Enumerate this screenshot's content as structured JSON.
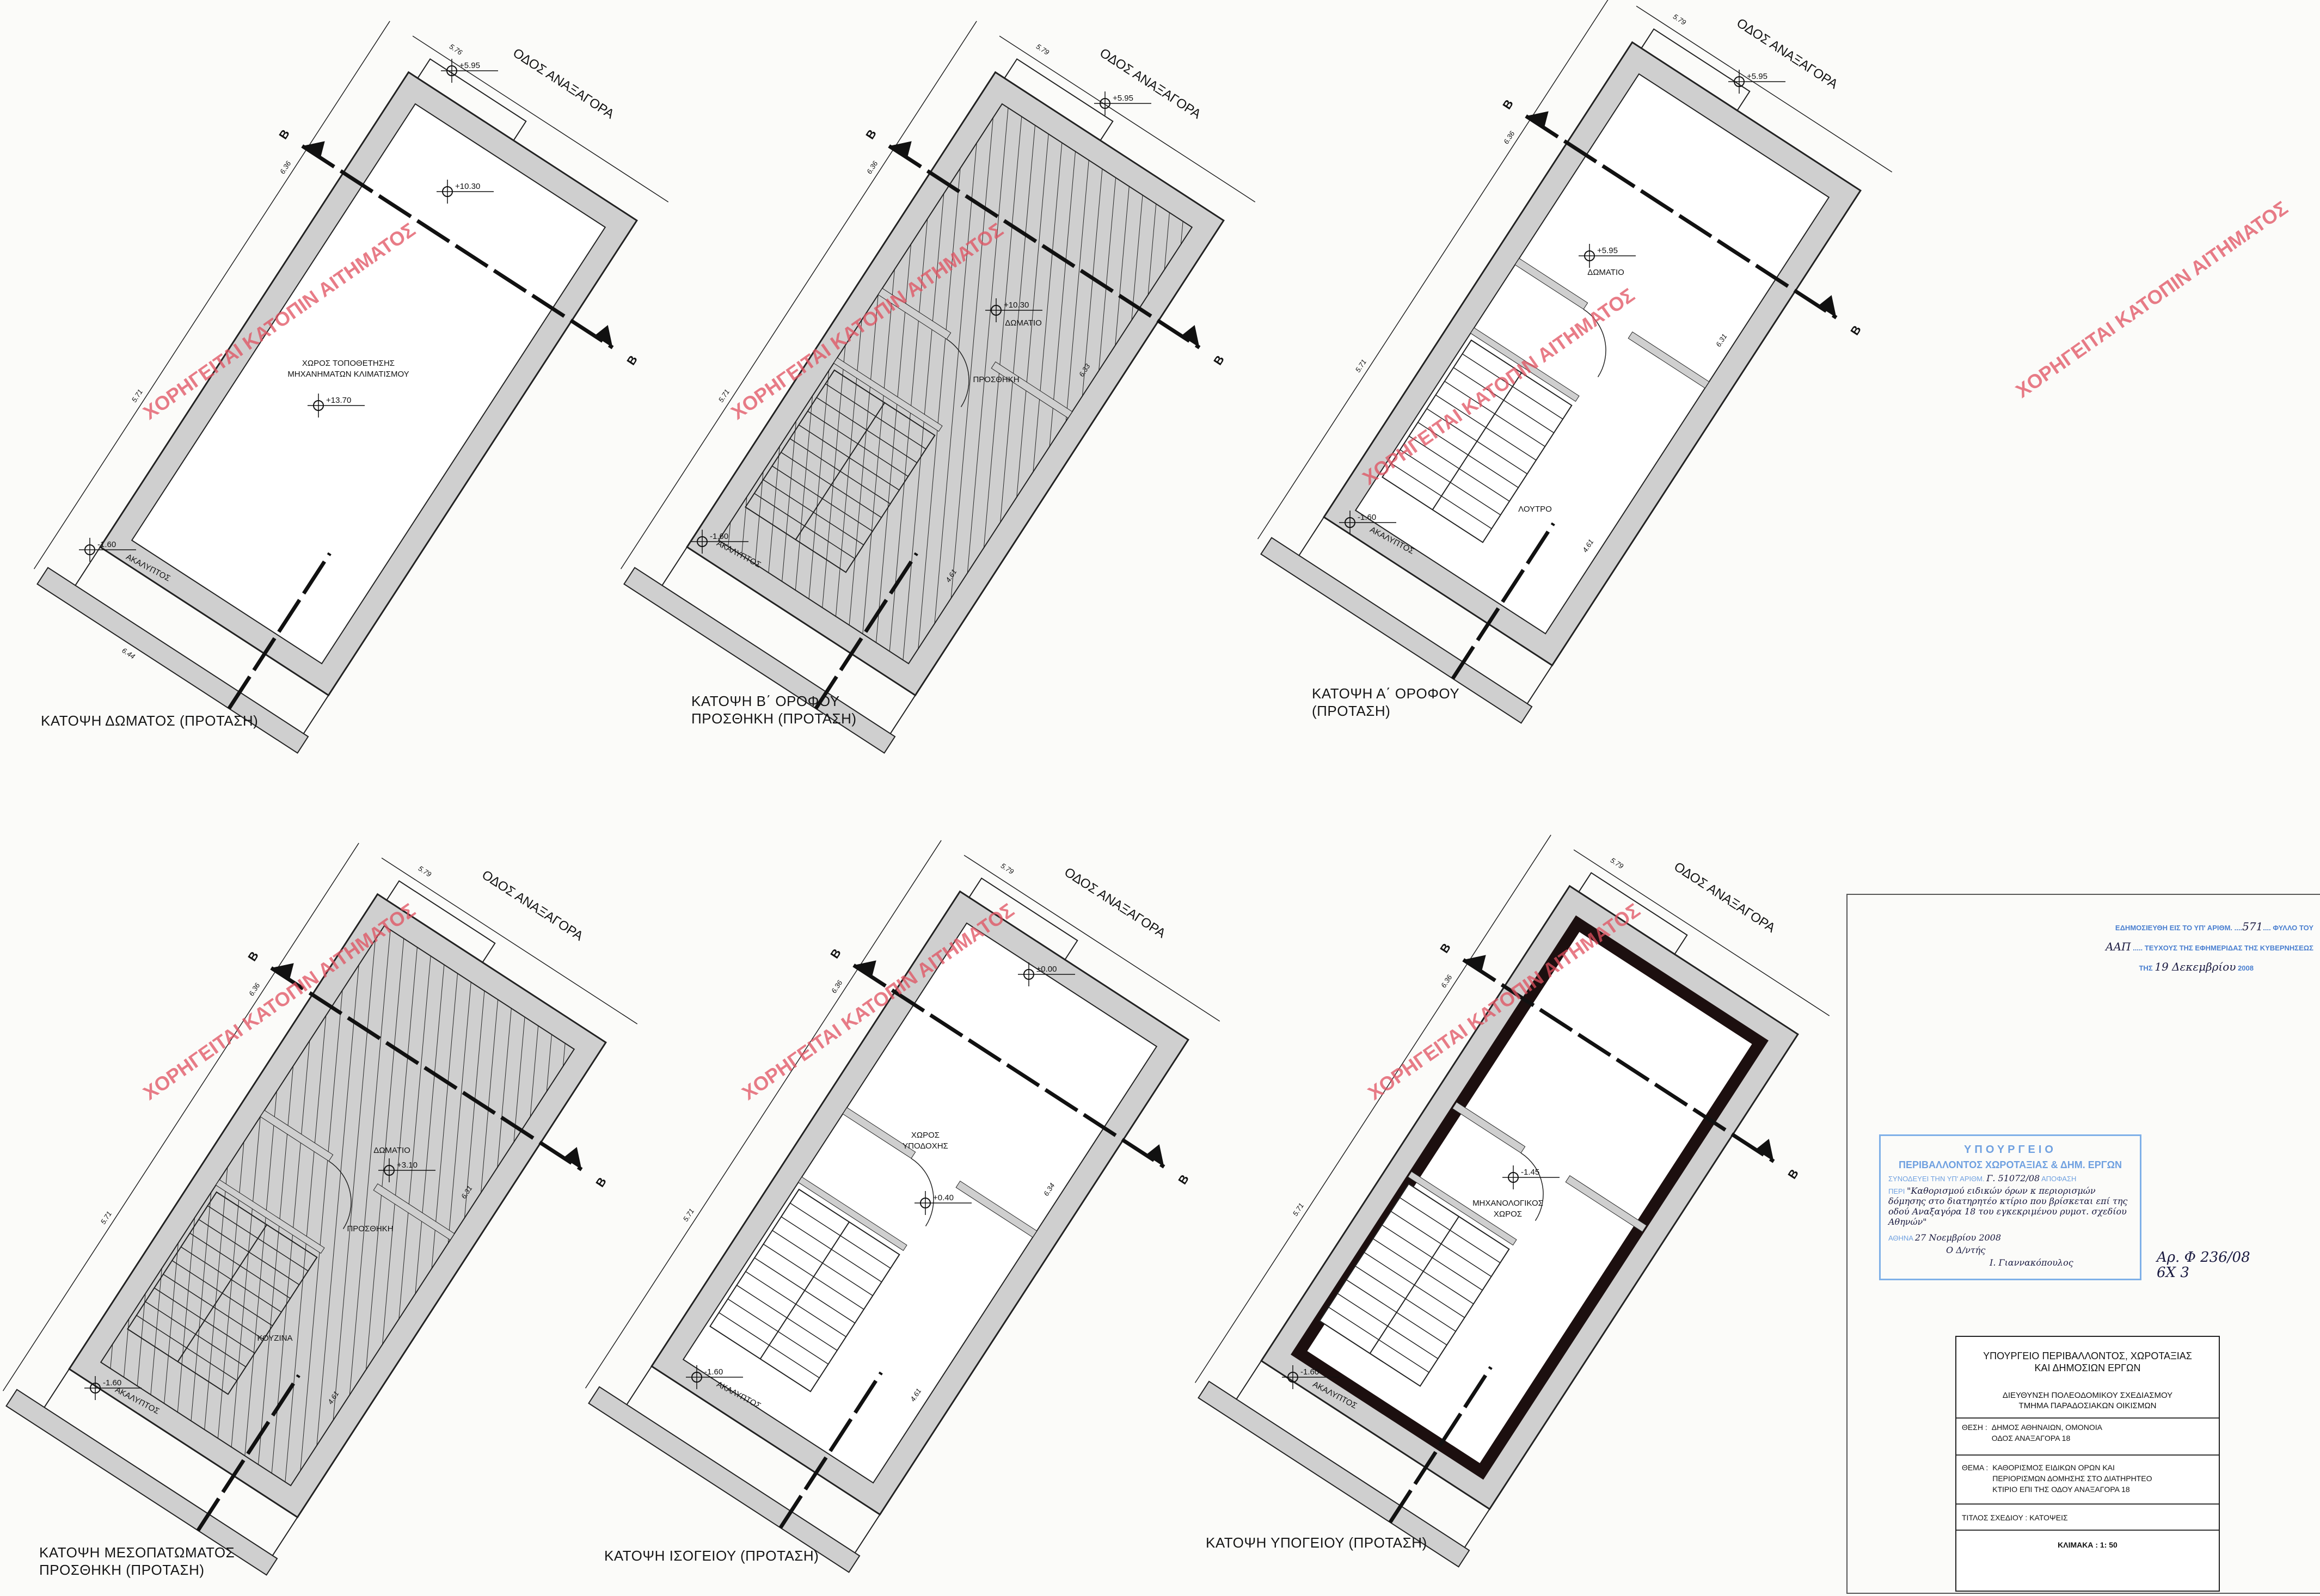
{
  "watermark": "ΧΟΡΗΓΕΙΤΑΙ ΚΑΤΟΠΙΝ ΑΙΤΗΜΑΤΟΣ",
  "plans": [
    {
      "caption": [
        "ΚΑΤΟΨΗ ΔΩΜΑΤΟΣ (ΠΡΟΤΑΣΗ)"
      ],
      "street": "ΟΔΟΣ ΑΝΑΞΑΓΟΡΑ",
      "section_letter": "Β",
      "rooms": [
        "ΧΩΡΟΣ ΤΟΠΟΘΕΤΗΣΗΣ",
        "ΜΗΧΑΝΗΜΑΤΩΝ ΚΛΙΜΑΤΙΣΜΟΥ"
      ],
      "levels": [
        "+13.70",
        "+10.30",
        "+5.95",
        "-1.60"
      ],
      "courtyard": "ΑΚΑΛΥΠΤΟΣ",
      "dims": [
        "6.36",
        "5.71",
        "5.76",
        "6.44"
      ]
    },
    {
      "caption": [
        "ΚΑΤΟΨΗ Β΄ ΟΡΟΦΟΥ",
        "ΠΡΟΣΘΗΚΗ (ΠΡΟΤΑΣΗ)"
      ],
      "street": "ΟΔΟΣ ΑΝΑΞΑΓΟΡΑ",
      "section_letter": "Β",
      "rooms": [
        "ΔΩΜΑΤΙΟ",
        "ΠΡΟΣΘΗΚΗ"
      ],
      "levels": [
        "+10.30",
        "+5.95",
        "-1.60"
      ],
      "courtyard": "ΑΚΑΛΥΠΤΟΣ",
      "dims": [
        "6.36",
        "5.71",
        "5.79",
        "6.33",
        "4.61"
      ]
    },
    {
      "caption": [
        "ΚΑΤΟΨΗ Α΄ ΟΡΟΦΟΥ",
        "(ΠΡΟΤΑΣΗ)"
      ],
      "street": "ΟΔΟΣ ΑΝΑΞΑΓΟΡΑ",
      "section_letter": "Β",
      "rooms": [
        "ΔΩΜΑΤΙΟ",
        "ΛΟΥΤΡΟ"
      ],
      "levels": [
        "+5.95",
        "+5.95",
        "-1.60"
      ],
      "courtyard": "ΑΚΑΛΥΠΤΟΣ",
      "dims": [
        "6.36",
        "5.71",
        "5.79",
        "6.31",
        "4.61"
      ]
    },
    {
      "caption": [
        "ΚΑΤΟΨΗ ΜΕΣΟΠΑΤΩΜΑΤΟΣ",
        "ΠΡΟΣΘΗΚΗ (ΠΡΟΤΑΣΗ)"
      ],
      "street": "ΟΔΟΣ ΑΝΑΞΑΓΟΡΑ",
      "section_letter": "Β",
      "rooms": [
        "ΔΩΜΑΤΙΟ",
        "ΠΡΟΣΘΗΚΗ",
        "ΚΟΥΖΙΝΑ"
      ],
      "levels": [
        "+3.10",
        "-1.60"
      ],
      "courtyard": "ΑΚΑΛΥΠΤΟΣ",
      "dims": [
        "6.36",
        "5.71",
        "5.79",
        "6.31",
        "4.61"
      ]
    },
    {
      "caption": [
        "ΚΑΤΟΨΗ ΙΣΟΓΕΙΟΥ (ΠΡΟΤΑΣΗ)"
      ],
      "street": "ΟΔΟΣ ΑΝΑΞΑΓΟΡΑ",
      "section_letter": "Β",
      "rooms": [
        "ΧΩΡΟΣ",
        "ΥΠΟΔΟΧΗΣ"
      ],
      "levels": [
        "+0.40",
        "±0.00",
        "-1.60"
      ],
      "courtyard": "ΑΚΑΛΥΠΤΟΣ",
      "dims": [
        "6.36",
        "5.71",
        "5.79",
        "6.34",
        "4.61"
      ]
    },
    {
      "caption": [
        "ΚΑΤΟΨΗ ΥΠΟΓΕΙΟΥ (ΠΡΟΤΑΣΗ)"
      ],
      "street": "ΟΔΟΣ ΑΝΑΞΑΓΟΡΑ",
      "section_letter": "Β",
      "rooms": [
        "ΜΗΧΑΝΟΛΟΓΙΚΟΣ",
        "ΧΩΡΟΣ"
      ],
      "levels": [
        "-1.45",
        "-1.60"
      ],
      "courtyard": "ΑΚΑΛΥΠΤΟΣ",
      "dims": [
        "6.36",
        "5.71",
        "5.79"
      ]
    }
  ],
  "publication": {
    "line1_prefix": "ΕΔΗΜΟΣΙΕΥΘΗ ΕΙΣ ΤΟ ΥΠ' ΑΡΙΘΜ.",
    "sheet_no": "571",
    "line1_suffix": "ΦΥΛΛΟ ΤΟΥ",
    "issue": "ΑΑΠ",
    "line2_suffix": "ΤΕΥΧΟΥΣ ΤΗΣ ΕΦΗΜΕΡΙΔΑΣ ΤΗΣ ΚΥΒΕΡΝΗΣΕΩΣ",
    "date_prefix": "ΤΗΣ",
    "date": "19 Δεκεμβρίου",
    "year": "2008"
  },
  "stamp": {
    "ministry": "ΥΠΟΥΡΓΕΙΟ",
    "ministry_full": "ΠΕΡΙΒΑΛΛΟΝΤΟΣ ΧΩΡΟΤΑΞΙΑΣ & ΔΗΜ. ΕΡΓΩΝ",
    "accompanies": "ΣΥΝΟΔΕΥΕΙ ΤΗΝ ΥΠ' ΑΡΙΘΜ.",
    "decision_no": "Γ. 51072/08",
    "decision": "ΑΠΟΦΑΣΗ",
    "about": "ΠΕΡΙ",
    "subject_handwritten": "\"Καθορισμού ειδικών όρων κ περιορισμών δόμησης στο διατηρητέο κτίριο που βρίσκεται επί της οδού Αναξαγόρα 18 του εγκεκριμένου ρυμοτ. σχεδίου Αθηνών\"",
    "place": "ΑΘΗΝΑ",
    "date": "27 Νοεμβρίου 2008",
    "role": "Ο Δ/ντής",
    "signature": "Ι. Γιαννακόπουλος"
  },
  "note": [
    "Αρ. Φ 236/08",
    "6Χ 3"
  ],
  "title_block": {
    "ministry": [
      "ΥΠΟΥΡΓΕΙΟ ΠΕΡΙΒΑΛΛΟΝΤΟΣ, ΧΩΡΟΤΑΞΙΑΣ",
      "ΚΑΙ ΔΗΜΟΣΙΩΝ ΕΡΓΩΝ"
    ],
    "department": [
      "ΔΙΕΥΘΥΝΣΗ ΠΟΛΕΟΔΟΜΙΚΟΥ ΣΧΕΔΙΑΣΜΟΥ",
      "ΤΜΗΜΑ ΠΑΡΑΔΟΣΙΑΚΩΝ ΟΙΚΙΣΜΩΝ"
    ],
    "location_label": "ΘΕΣΗ :",
    "location": [
      "ΔΗΜΟΣ ΑΘΗΝΑΙΩΝ,   ΟΜΟΝΟΙΑ",
      "ΟΔΟΣ ΑΝΑΞΑΓΟΡΑ 18"
    ],
    "subject_label": "ΘΕΜΑ :",
    "subject": [
      "ΚΑΘΟΡΙΣΜΟΣ ΕΙΔΙΚΩΝ ΟΡΩΝ ΚΑΙ",
      "ΠΕΡΙΟΡΙΣΜΩΝ ΔΟΜΗΣΗΣ ΣΤΟ ΔΙΑΤΗΡΗΤΕΟ",
      "ΚΤΙΡΙΟ ΕΠΙ ΤΗΣ ΟΔΟΥ ΑΝΑΞΑΓΟΡΑ 18"
    ],
    "drawing_title_label": "ΤΙΤΛΟΣ ΣΧΕΔΙΟΥ :",
    "drawing_title": "ΚΑΤΟΨΕΙΣ",
    "scale_label": "ΚΛΙΜΑΚΑ :",
    "scale": "1: 50"
  },
  "colors": {
    "wall": "#cfcfcf",
    "watermark": "#e0505f",
    "stamp": "#7fb0e8"
  }
}
